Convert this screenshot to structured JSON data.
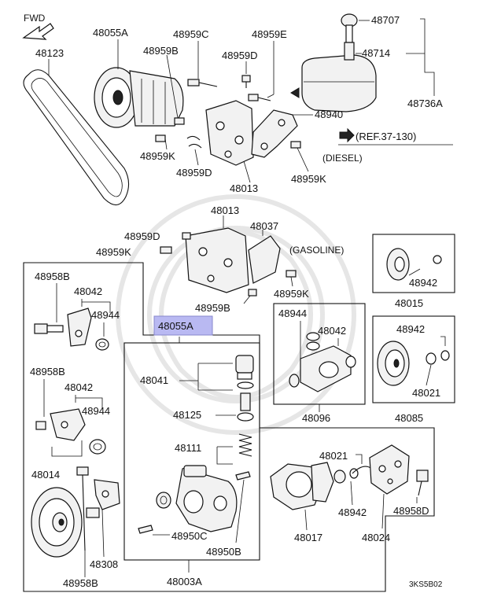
{
  "diagram": {
    "fwd_label": "FWD",
    "labels": {
      "p48123": "48123",
      "p48055A_top": "48055A",
      "p48959C": "48959C",
      "p48959E": "48959E",
      "p48707": "48707",
      "p48714": "48714",
      "p48736A": "48736A",
      "p48959B_top": "48959B",
      "p48959D_top": "48959D",
      "p48940": "48940",
      "ref": "(REF.37-130)",
      "diesel": "(DIESEL)",
      "p48959K_top": "48959K",
      "p48959D_mid": "48959D",
      "p48013_top": "48013",
      "p48959K_diesel": "48959K",
      "p48013_gas": "48013",
      "p48037": "48037",
      "gasoline": "(GASOLINE)",
      "p48959D_gas": "48959D",
      "p48959K_gas_left": "48959K",
      "p48959K_gas_right": "48959K",
      "p48959B_gas": "48959B",
      "p48958B_top": "48958B",
      "p48042_top": "48042",
      "p48944_top": "48944",
      "p48055A_highlight": "48055A",
      "p48958B_mid": "48958B",
      "p48042_mid": "48042",
      "p48944_mid": "48944",
      "p48014": "48014",
      "p48308": "48308",
      "p48958B_bot": "48958B",
      "p48041": "48041",
      "p48125": "48125",
      "p48111": "48111",
      "p48950C": "48950C",
      "p48950B": "48950B",
      "p48003A": "48003A",
      "p48944_kit": "48944",
      "p48042_kit": "48042",
      "p48096": "48096",
      "p48942_15": "48942",
      "p48015": "48015",
      "p48942_85": "48942",
      "p48021_85": "48021",
      "p48085": "48085",
      "p48021_bot": "48021",
      "p48942_bot": "48942",
      "p48017": "48017",
      "p48024": "48024",
      "p48958D": "48958D",
      "code": "3KS5B02"
    },
    "colors": {
      "highlight": "#b9b9f2",
      "ink": "#111111"
    }
  }
}
